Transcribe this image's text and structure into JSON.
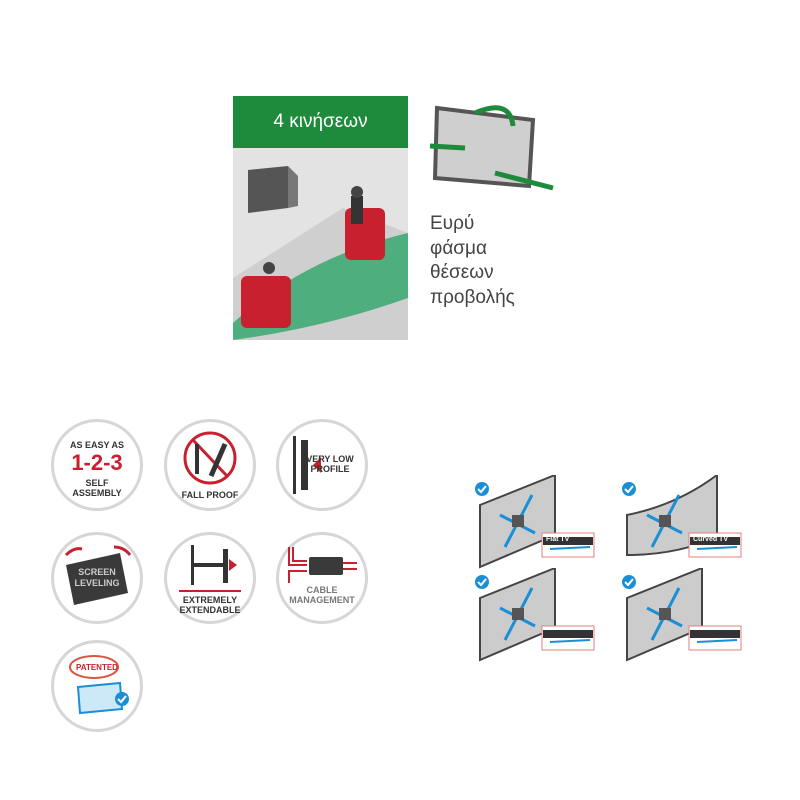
{
  "header": {
    "title": "4 κινήσεων"
  },
  "description": {
    "lines": [
      "Ευρύ",
      "φάσμα",
      "θέσεων",
      "προβολής"
    ]
  },
  "features": [
    {
      "top": "AS EASY AS",
      "big": "1-2-3",
      "bottom1": "SELF",
      "bottom2": "ASSEMBLY"
    },
    {
      "label": "FALL PROOF"
    },
    {
      "label1": "VERY LOW",
      "label2": "PROFILE"
    },
    {
      "label1": "SCREEN",
      "label2": "LEVELING"
    },
    {
      "label1": "EXTREMELY",
      "label2": "EXTENDABLE"
    },
    {
      "label1": "CABLE",
      "label2": "MANAGEMENT"
    },
    {
      "stamp": "PATENTED"
    }
  ],
  "tv_types": [
    {
      "label": "Flat TV"
    },
    {
      "label": "Curved TV"
    },
    {
      "label": ""
    },
    {
      "label": ""
    }
  ],
  "colors": {
    "green": "#1e8a3c",
    "red": "#c8202f",
    "blue": "#1b8fd6"
  }
}
